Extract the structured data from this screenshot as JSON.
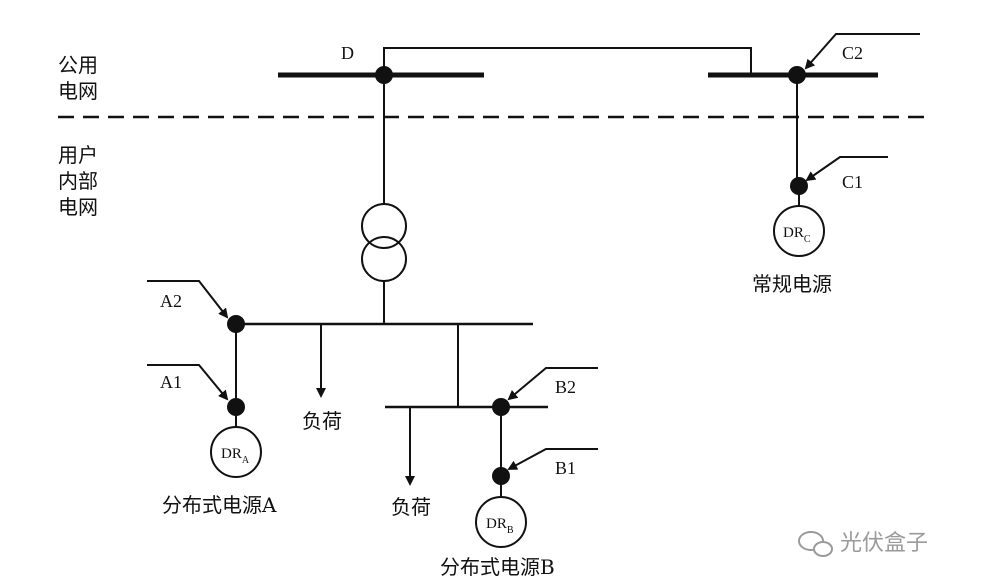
{
  "zones": {
    "public_grid": [
      "公用",
      "电网"
    ],
    "internal_grid": [
      "用户",
      "内部",
      "电网"
    ]
  },
  "points": {
    "D": "D",
    "C2": "C2",
    "C1": "C1",
    "A2": "A2",
    "A1": "A1",
    "B2": "B2",
    "B1": "B1"
  },
  "sources": {
    "A": {
      "main": "DR",
      "sub": "A",
      "caption": "分布式电源A"
    },
    "B": {
      "main": "DR",
      "sub": "B",
      "caption": "分布式电源B"
    },
    "C": {
      "main": "DR",
      "sub": "C",
      "caption": "常规电源"
    }
  },
  "loads": {
    "load1": "负荷",
    "load2": "负荷"
  },
  "watermark": "光伏盒子",
  "colors": {
    "line": "#111111",
    "watermark": "#9a9a9a"
  }
}
